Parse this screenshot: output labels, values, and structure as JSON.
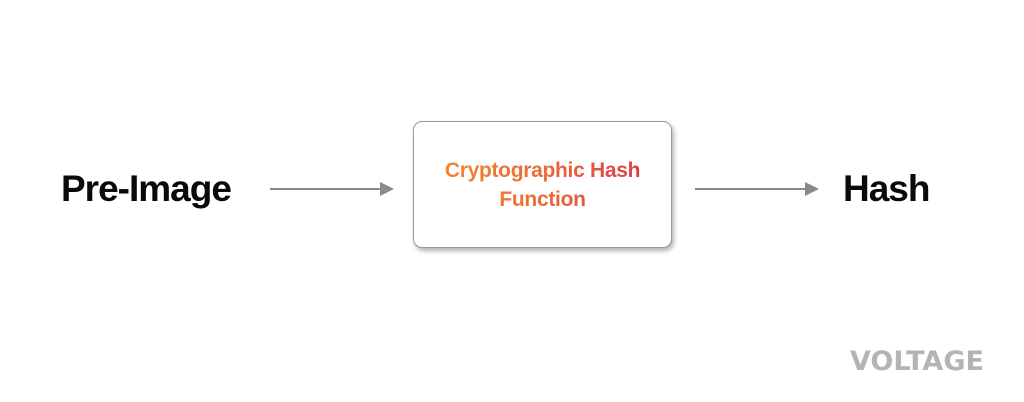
{
  "diagram": {
    "input_label": "Pre-Image",
    "function_label": "Cryptographic Hash Function",
    "output_label": "Hash",
    "gradient_colors": [
      "#f38a2e",
      "#d9344c"
    ],
    "arrow_color": "#8a8a8a"
  },
  "branding": {
    "logo_text": "VOLTAGE"
  }
}
